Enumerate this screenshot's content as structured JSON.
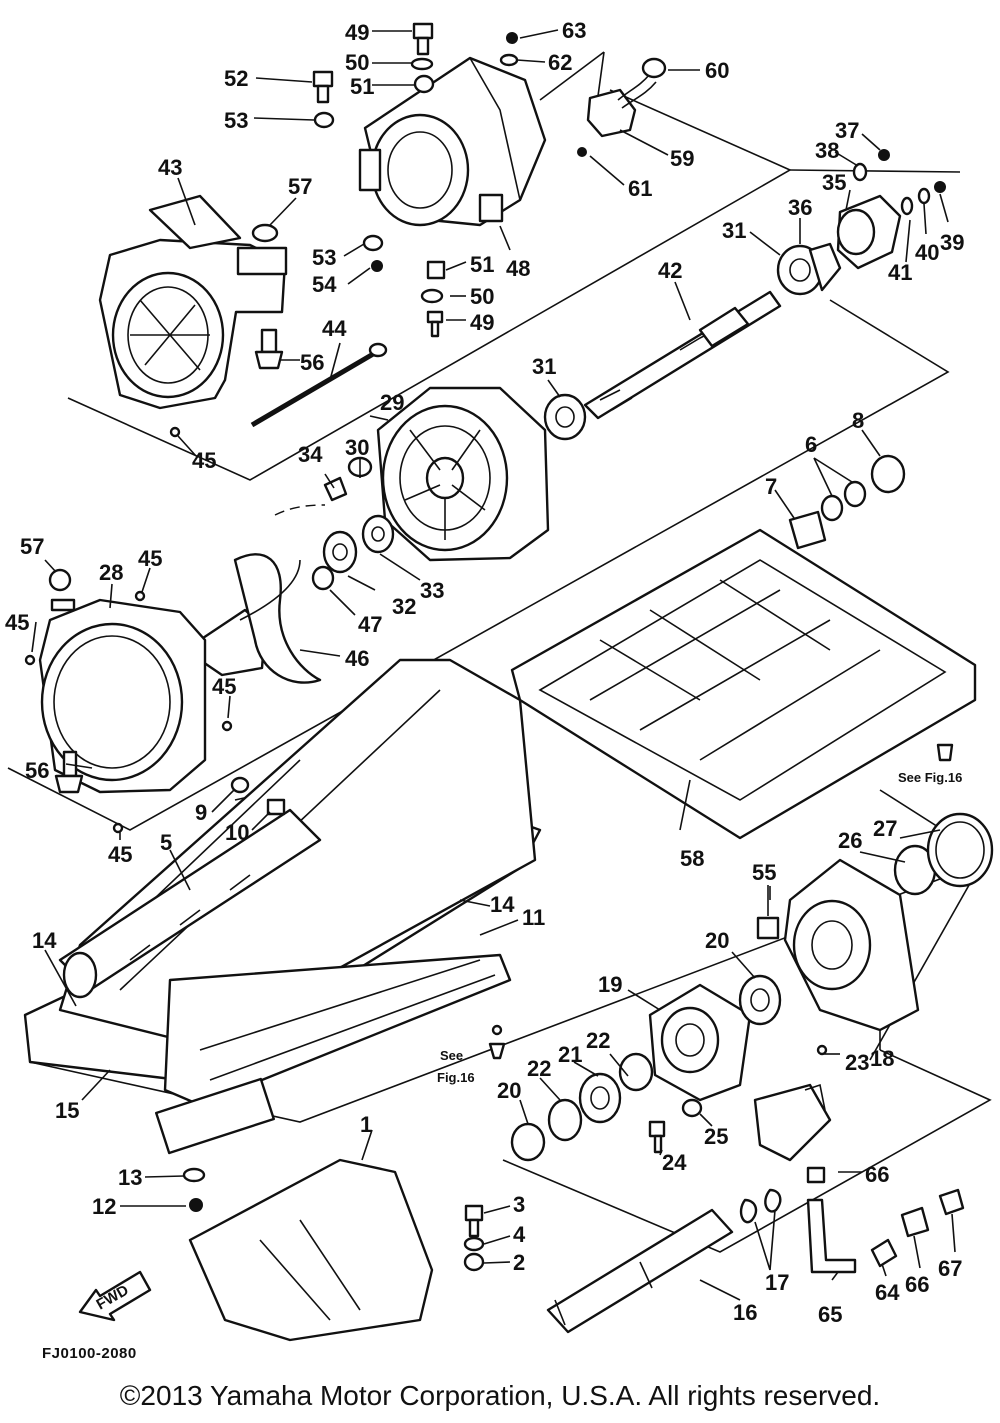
{
  "drawing_code": "FJ0100-2080",
  "copyright": "©2013 Yamaha Motor Corporation, U.S.A. All rights reserved.",
  "fwd_label": "FWD",
  "see_fig_1": {
    "line1": "See",
    "line2": "Fig.16"
  },
  "see_fig_2": "See Fig.16",
  "callouts": [
    "1",
    "2",
    "3",
    "4",
    "5",
    "6",
    "7",
    "8",
    "9",
    "10",
    "11",
    "12",
    "13",
    "14",
    "14",
    "15",
    "16",
    "17",
    "18",
    "19",
    "20",
    "20",
    "21",
    "22",
    "22",
    "23",
    "24",
    "25",
    "26",
    "27",
    "28",
    "29",
    "30",
    "31",
    "31",
    "32",
    "33",
    "34",
    "35",
    "36",
    "37",
    "38",
    "39",
    "40",
    "41",
    "42",
    "43",
    "44",
    "45",
    "45",
    "45",
    "45",
    "45",
    "46",
    "47",
    "48",
    "49",
    "49",
    "50",
    "50",
    "51",
    "51",
    "52",
    "53",
    "53",
    "54",
    "55",
    "56",
    "56",
    "57",
    "57",
    "58",
    "59",
    "60",
    "61",
    "62",
    "63",
    "64",
    "65",
    "66",
    "66",
    "67"
  ]
}
